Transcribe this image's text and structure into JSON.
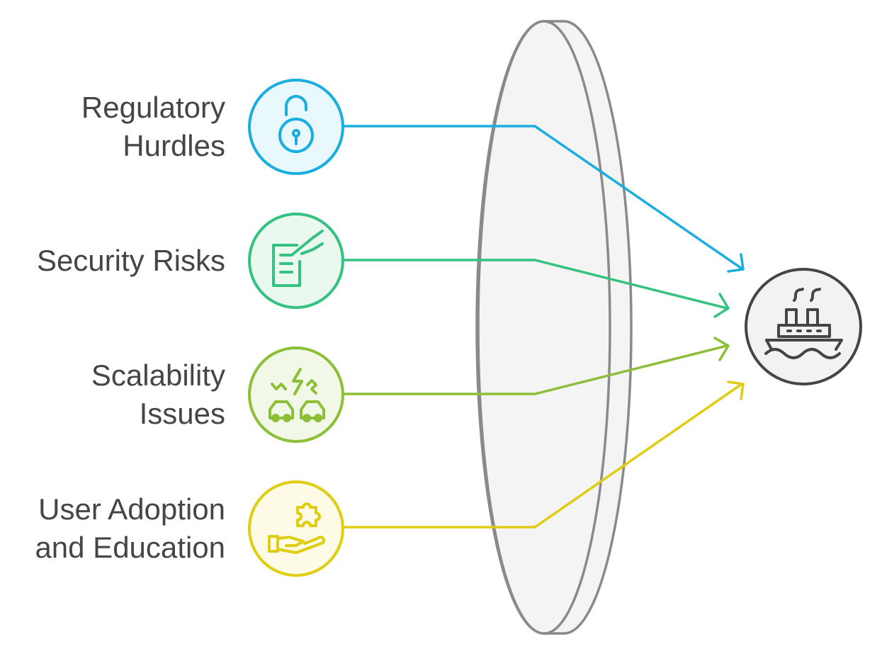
{
  "items": [
    {
      "label_lines": [
        "Regulatory",
        "Hurdles"
      ],
      "icon": "open-padlock-icon",
      "stroke": "#1aaee0",
      "fill": "#e9f8fd"
    },
    {
      "label_lines": [
        "Security Risks"
      ],
      "icon": "hand-document-icon",
      "stroke": "#33c27f",
      "fill": "#eaf8f0"
    },
    {
      "label_lines": [
        "Scalability",
        "Issues"
      ],
      "icon": "lightning-cars-icon",
      "stroke": "#8cbf35",
      "fill": "#f2f8e7"
    },
    {
      "label_lines": [
        "User Adoption",
        "and Education"
      ],
      "icon": "hand-puzzle-icon",
      "stroke": "#e0cc10",
      "fill": "#fdfbe6"
    }
  ],
  "target": {
    "icon": "ship-icon",
    "stroke": "#454545",
    "fill": "#f2f2f2"
  },
  "lens": {
    "stroke": "#8a8a8a",
    "fill": "#f4f4f4"
  }
}
